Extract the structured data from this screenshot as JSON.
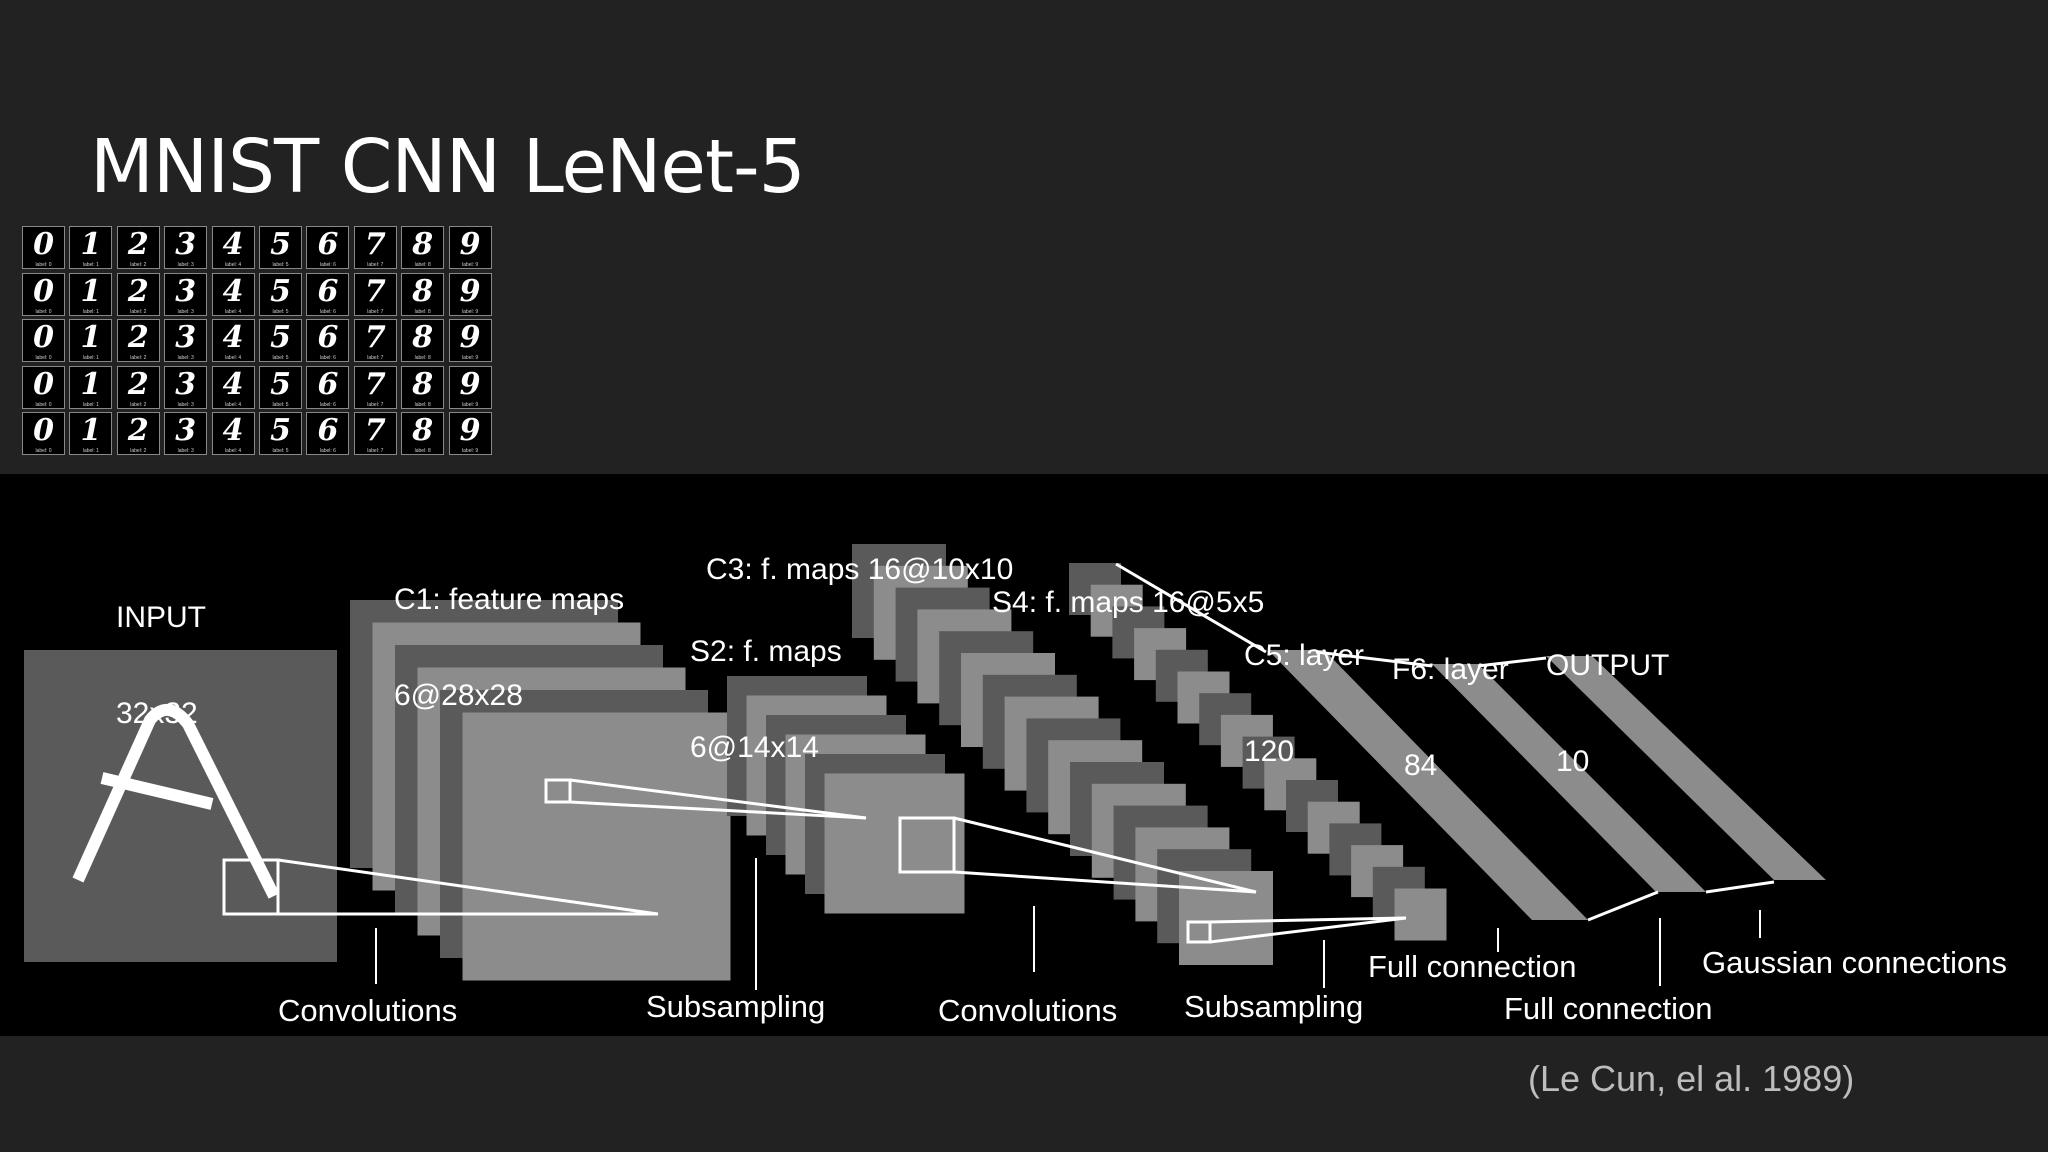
{
  "title": "MNIST CNN LeNet-5",
  "digit_samples": {
    "rows": [
      [
        "0",
        "1",
        "2",
        "3",
        "4",
        "5",
        "6",
        "7",
        "8",
        "9"
      ],
      [
        "0",
        "1",
        "2",
        "3",
        "4",
        "5",
        "6",
        "7",
        "8",
        "9"
      ],
      [
        "0",
        "1",
        "2",
        "3",
        "4",
        "5",
        "6",
        "7",
        "8",
        "9"
      ],
      [
        "0",
        "1",
        "2",
        "3",
        "4",
        "5",
        "6",
        "7",
        "8",
        "9"
      ],
      [
        "0",
        "1",
        "2",
        "3",
        "4",
        "5",
        "6",
        "7",
        "8",
        "9"
      ]
    ],
    "captions": [
      "label: 0",
      "label: 1",
      "label: 2",
      "label: 3",
      "label: 4",
      "label: 5",
      "label: 6",
      "label: 7",
      "label: 8",
      "label: 9"
    ]
  },
  "diagram": {
    "input_sample_glyph": "A",
    "layers": {
      "input": {
        "name": "INPUT",
        "size": "32x32"
      },
      "c1": {
        "name": "C1: feature maps",
        "size": "6@28x28"
      },
      "s2": {
        "name": "S2: f. maps",
        "size": "6@14x14"
      },
      "c3": {
        "name": "C3: f. maps 16@10x10"
      },
      "s4": {
        "name": "S4: f. maps 16@5x5"
      },
      "c5": {
        "name": "C5: layer",
        "size": "120"
      },
      "f6": {
        "name": "F6: layer",
        "size": "84"
      },
      "output": {
        "name": "OUTPUT",
        "size": "10"
      }
    },
    "operations": {
      "conv1": "Convolutions",
      "sub1": "Subsampling",
      "conv2": "Convolutions",
      "sub2": "Subsampling",
      "full1": "Full connection",
      "full2": "Full connection",
      "gauss": "Gaussian connections"
    }
  },
  "citation": "(Le Cun, el al. 1989)",
  "colors": {
    "background": "#222222",
    "panel": "#000000",
    "map_light": "#8c8c8c",
    "map_dark": "#5a5a5a"
  }
}
